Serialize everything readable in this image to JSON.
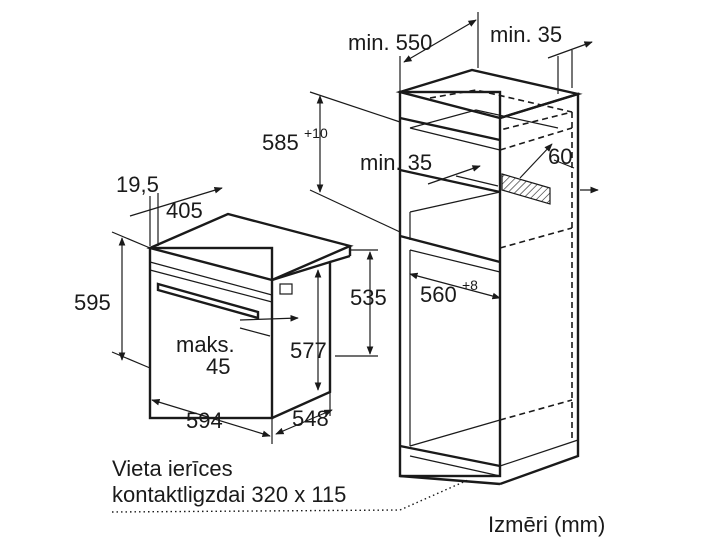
{
  "labels": {
    "cab_depth": "min. 550",
    "cab_top_gap": "min. 35",
    "niche_height": "585",
    "niche_height_tol": "+10",
    "cab_gap": "min. 35",
    "vent": "60",
    "niche_width": "560",
    "niche_width_tol": "+8",
    "front_thickness": "19,5",
    "top_depth": "405",
    "oven_height": "595",
    "body_height": "535",
    "max_label": "maks.",
    "max_value": "45",
    "inner_height": "577",
    "oven_width": "594",
    "oven_depth": "548",
    "socket_line1": "Vieta ierīces",
    "socket_line2": "kontaktligzdai 320 x 115",
    "units": "Izmēri (mm)"
  },
  "icons": [
    "oven-drawing",
    "cabinet-drawing",
    "vent-hatch"
  ]
}
